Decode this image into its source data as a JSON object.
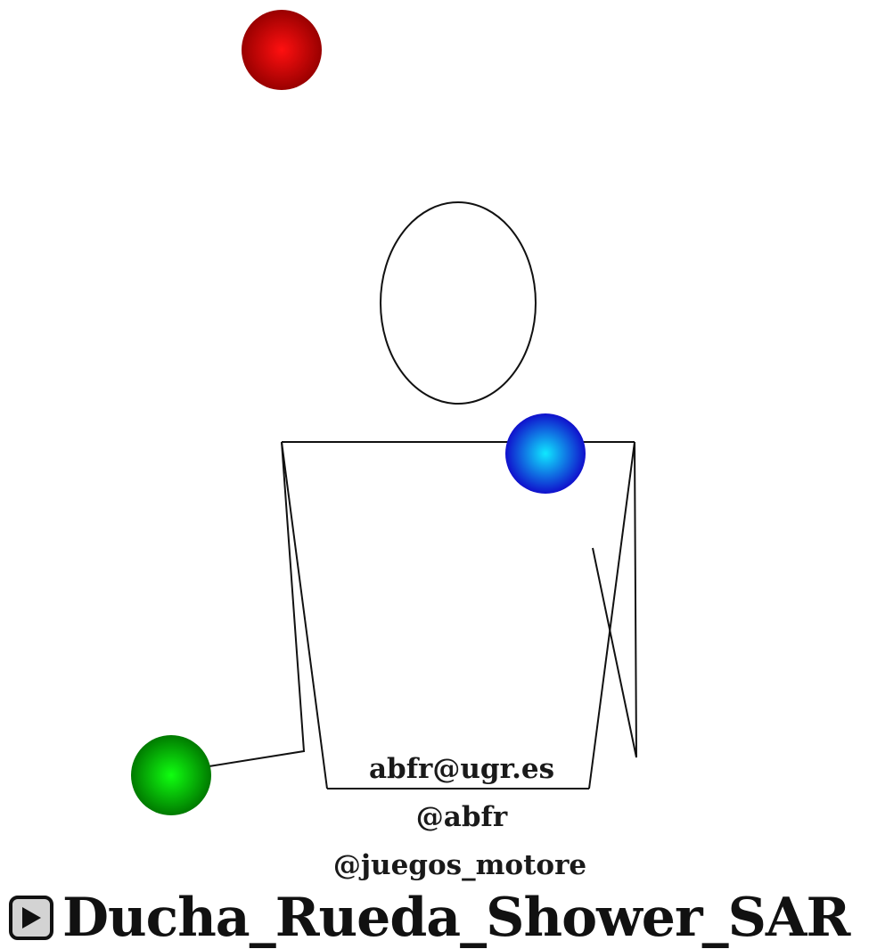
{
  "animation": {
    "juggler": {
      "outline_color": "#111111"
    },
    "balls": [
      {
        "name": "red-ball",
        "color": "#ff1010",
        "dark": "#990000"
      },
      {
        "name": "blue-ball",
        "color": "#10e8ff",
        "dark": "#1010cc"
      },
      {
        "name": "green-ball",
        "color": "#10ff10",
        "dark": "#007a00"
      }
    ]
  },
  "credits": {
    "email": "abfr@ugr.es",
    "handle": "@abfr",
    "account": "@juegos_motore"
  },
  "pattern": {
    "title": "Ducha_Rueda_Shower_SAR",
    "play_icon": "play-icon"
  }
}
